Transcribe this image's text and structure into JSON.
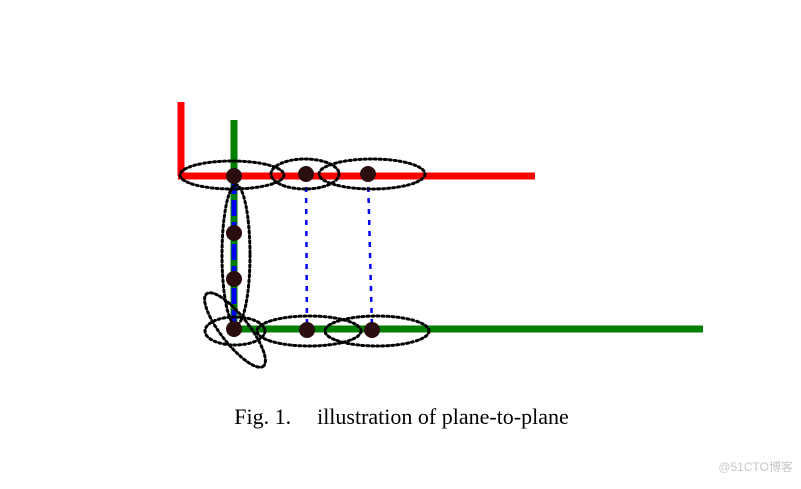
{
  "colors": {
    "plane_a": "#ff0000",
    "plane_b": "#007f00",
    "projection": "#0000ff",
    "node": "#2a0d0d",
    "group_outline": "#000000"
  },
  "caption": {
    "label": "Fig. 1.",
    "text": "illustration of plane-to-plane"
  },
  "watermark": "@51CTO博客"
}
